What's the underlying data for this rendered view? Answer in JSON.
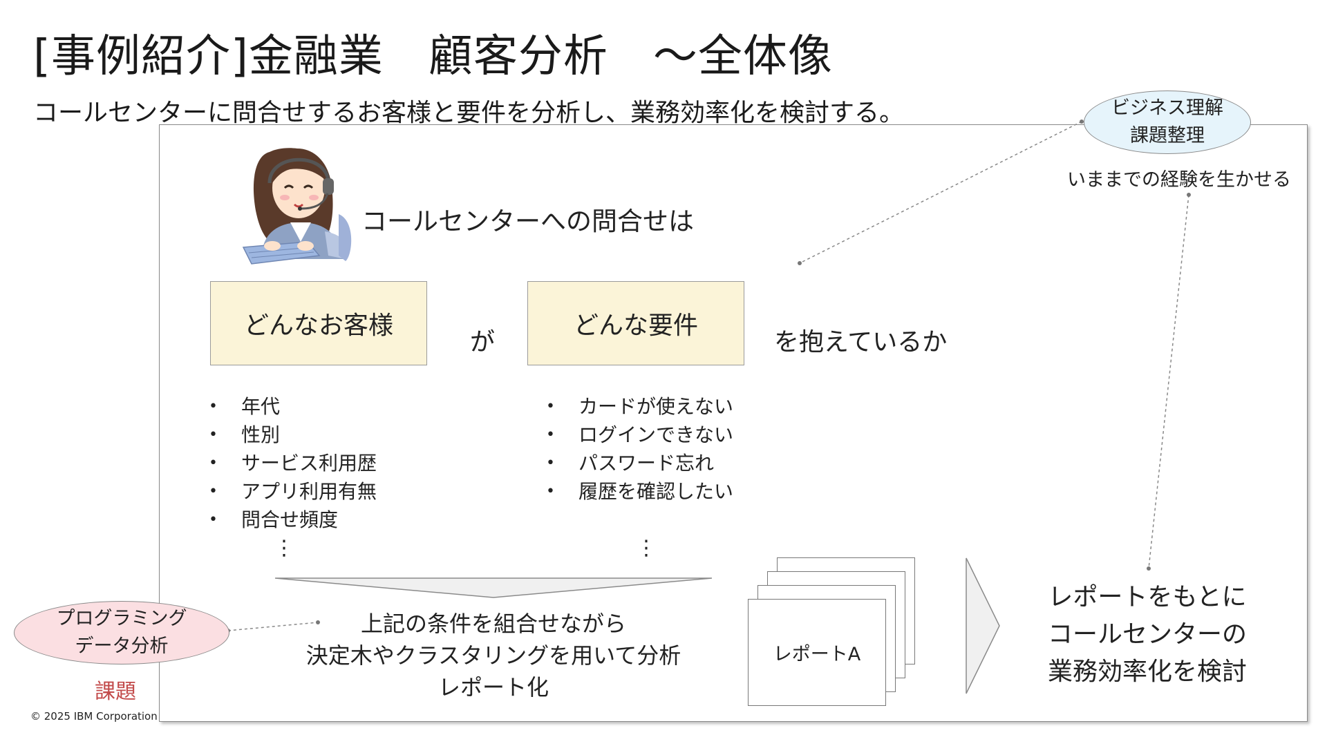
{
  "slide": {
    "title": "[事例紹介]金融業　顧客分析　～全体像",
    "subtitle": "コールセンターに問合せするお客様と要件を分析し、業務効率化を検討する。"
  },
  "scenario": {
    "lead": "コールセンターへの問合せは",
    "customer_box": "どんなお客様",
    "particle_ga": "が",
    "request_box": "どんな要件",
    "tail": "を抱えているか"
  },
  "customer_attributes": [
    "年代",
    "性別",
    "サービス利用歴",
    "アプリ利用有無",
    "問合せ頻度"
  ],
  "request_items": [
    "カードが使えない",
    "ログインできない",
    "パスワード忘れ",
    "履歴を確認したい"
  ],
  "ellipsis": "⋮",
  "analysis": {
    "line1": "上記の条件を組合せながら",
    "line2": "決定木やクラスタリングを用いて分析",
    "line3": "レポート化"
  },
  "report": {
    "label": "レポートA"
  },
  "result": {
    "line1": "レポートをもとに",
    "line2": "コールセンターの",
    "line3": "業務効率化を検討"
  },
  "business_bubble": {
    "line1": "ビジネス理解",
    "line2": "課題整理",
    "fill": "#e6f4fb"
  },
  "experience_note": "いままでの経験を生かせる",
  "programming_bubble": {
    "line1": "プログラミング",
    "line2": "データ分析",
    "fill": "#fbdfe2"
  },
  "issue_label": "課題",
  "copyright": "© 2025 IBM Corporation",
  "colors": {
    "box_fill": "#fbf4d8",
    "issue_red": "#c24a4a"
  }
}
